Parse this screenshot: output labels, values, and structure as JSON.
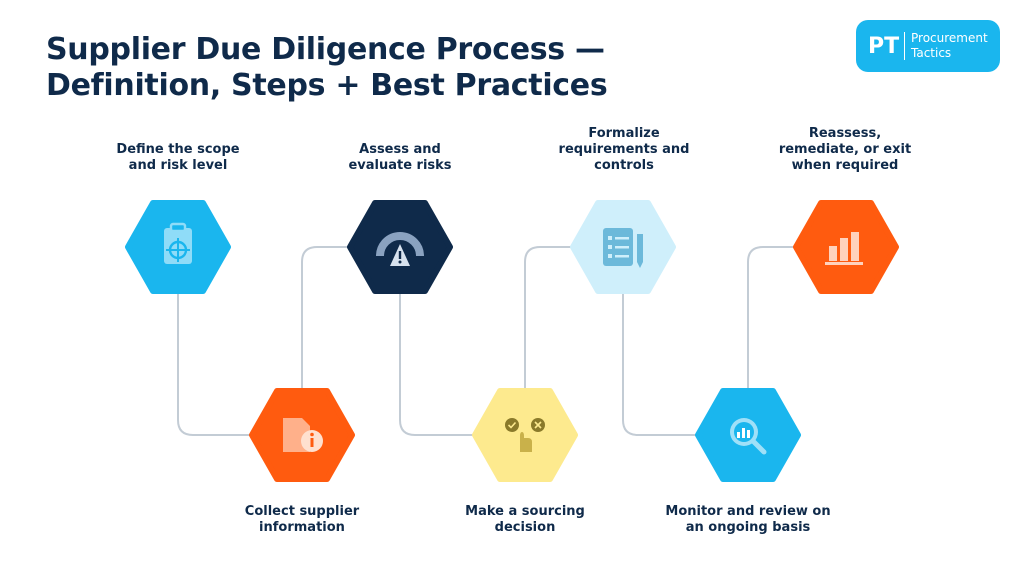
{
  "header": {
    "title": "Supplier Due Diligence Process —\nDefinition, Steps + Best Practices"
  },
  "logo": {
    "mark": "PT",
    "text": "Procurement\nTactics",
    "color": "#1ab6ee"
  },
  "steps": [
    {
      "label": "Define the scope\nand risk level",
      "color": "#1ab6ee",
      "icon": "clipboard-target-icon"
    },
    {
      "label": "Collect supplier\ninformation",
      "color": "#ff5b0f",
      "icon": "document-info-icon"
    },
    {
      "label": "Assess and\nevaluate risks",
      "color": "#0f2a4a",
      "icon": "risk-gauge-icon"
    },
    {
      "label": "Make a sourcing\ndecision",
      "color": "#fdea8e",
      "icon": "decision-hand-icon"
    },
    {
      "label": "Formalize\nrequirements and\ncontrols",
      "color": "#cfeffb",
      "icon": "checklist-icon"
    },
    {
      "label": "Monitor and review on\nan ongoing basis",
      "color": "#1ab6ee",
      "icon": "magnifier-chart-icon"
    },
    {
      "label": "Reassess,\nremediate, or exit\nwhen required",
      "color": "#ff5b0f",
      "icon": "bar-chart-icon"
    }
  ],
  "connector_color": "#c3ccd5"
}
